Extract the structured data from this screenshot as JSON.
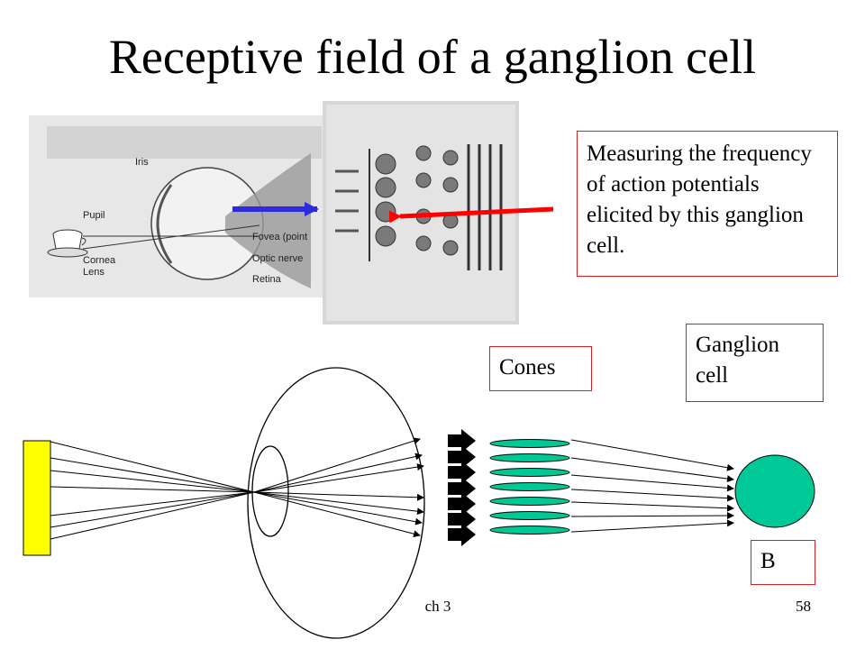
{
  "slide": {
    "title": "Receptive field of a ganglion cell",
    "note": "Measuring the frequency of action potentials elicited by this ganglion cell.",
    "cones_label": "Cones",
    "ganglion_label": "Ganglion cell",
    "b_label": "B",
    "footer_left": "ch 3",
    "footer_right": "58"
  },
  "eye_figure_labels": [
    "Iris (colored area)",
    "Pupil",
    "Cornea",
    "Lens",
    "Fovea (point of central focus)",
    "Optic nerve",
    "Retina"
  ],
  "colors": {
    "stimulus": "#ffff00",
    "cone": "#00c896",
    "ganglion": "#00c896",
    "box_border": "#d32020",
    "pointer_arrow": "#ff0000",
    "blue_arrow": "#2b2be0"
  }
}
